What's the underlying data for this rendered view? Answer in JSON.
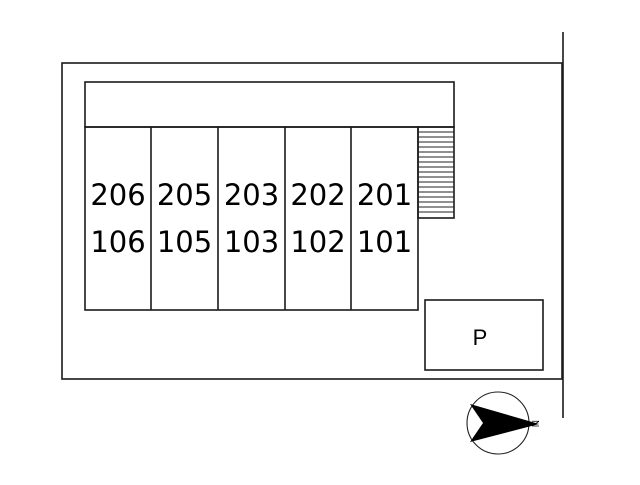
{
  "units": [
    {
      "upper": "206",
      "lower": "106"
    },
    {
      "upper": "205",
      "lower": "105"
    },
    {
      "upper": "203",
      "lower": "103"
    },
    {
      "upper": "202",
      "lower": "102"
    },
    {
      "upper": "201",
      "lower": "101"
    }
  ],
  "parking": {
    "label": "P"
  },
  "compass": {
    "label": "N"
  }
}
